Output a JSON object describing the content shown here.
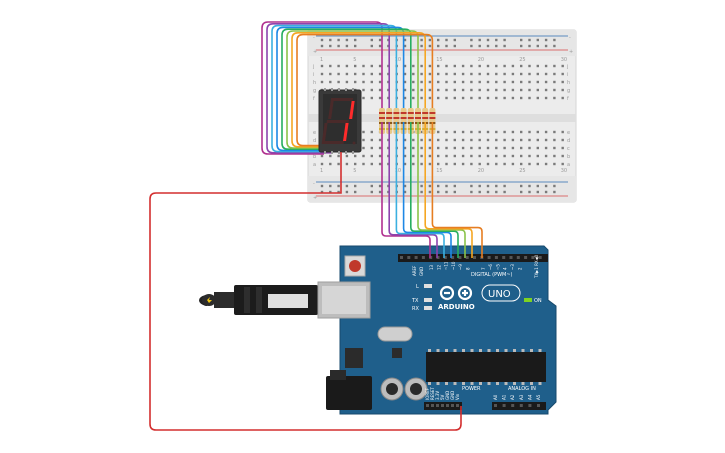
{
  "breadboard": {
    "row_letters_top": [
      "j",
      "i",
      "h",
      "g",
      "f"
    ],
    "row_letters_bottom": [
      "e",
      "d",
      "c",
      "b",
      "a"
    ],
    "column_labels": [
      "1",
      "5",
      "10",
      "15",
      "20",
      "25",
      "30"
    ],
    "rail_plus": "+",
    "rail_minus": "-"
  },
  "seven_segment": {
    "lit_segments": [
      "b",
      "c"
    ],
    "segment_color": "#ff2b2b"
  },
  "arduino": {
    "brand": "ARDUINO",
    "model": "UNO",
    "on_label": "ON",
    "digital_label": "DIGITAL (PWM~)",
    "power_label": "POWER",
    "analog_label": "ANALOG IN",
    "aref_label": "AREF",
    "gnd_label": "GND",
    "l_label": "L",
    "tx_label": "TX",
    "rx_label": "RX",
    "tx_rx_right": "TX▶1 RX◀0",
    "digital_pins": [
      "13",
      "12",
      "~11",
      "~10",
      "~9",
      "8",
      "7",
      "~6",
      "~5",
      "4",
      "~3",
      "2"
    ],
    "power_pins": [
      "IOREF",
      "RESET",
      "3.3V",
      "5V",
      "GND",
      "GND",
      "Vin"
    ],
    "analog_pins": [
      "A0",
      "A1",
      "A2",
      "A3",
      "A4",
      "A5"
    ]
  },
  "wire_colors": [
    "#b0308f",
    "#8e44ad",
    "#3bb0e0",
    "#1e88e5",
    "#27ae60",
    "#8bc34a",
    "#f5a623",
    "#e67e22"
  ],
  "ground_wire_color": "#d32f2f"
}
